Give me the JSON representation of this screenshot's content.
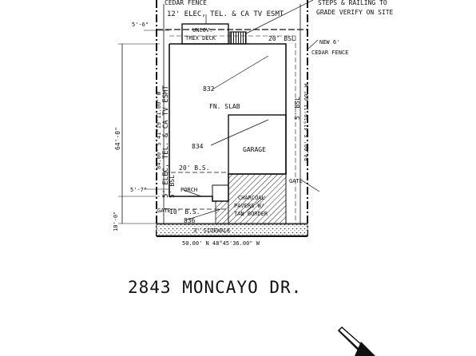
{
  "plan": {
    "address": "2843 MONCAYO DR.",
    "labels": {
      "cedar_fence_top": "CEDAR FENCE",
      "easement_top": "12' ELEC, TEL. & CA TV ESMT",
      "steps_note_line1": "STEPS & RAILING TO",
      "steps_note_line2": "GRADE VERIFY ON SITE",
      "deck_line1": "UNCOV.",
      "deck_line2": "TREX DECK",
      "bsl_20_rear": "20' BSL",
      "new_fence_line1": "NEW 6'",
      "new_fence_line2": "CEDAR FENCE",
      "dim_5_6": "5'-6\"",
      "easement_side": "5' ELEC, TEL. & CA TV ESMT",
      "side_bsl_left": "5' BSL",
      "side_bsl_right": "5' BSL",
      "elev_832": "832",
      "fn_slab": "FN. SLAB",
      "elev_834": "834",
      "garage": "GARAGE",
      "dim_64": "64'-0\"",
      "bearing_left": "84.00' S 41°19'11.00\" W",
      "bearing_right": "84.00' S 41°19'11.00\" W",
      "bs_20_front": "20' B.S.",
      "dim_5_7": "5'-7\"",
      "porch": "PORCH",
      "gate_right": "GATE",
      "charcoal_line1": "CHARCOAL",
      "charcoal_line2": "PAVERS W/",
      "charcoal_line3": "TAN BORDER",
      "gate_left": "GATE",
      "bs_10": "10' B.S.",
      "elev_836": "836",
      "dim_10": "10'-0\"",
      "sidewalk": "3' SIDEWALK",
      "bearing_bottom": "50.00'  N 48°45'36.00\" W"
    },
    "icons": {
      "north_arrow": "north-arrow-icon"
    }
  }
}
